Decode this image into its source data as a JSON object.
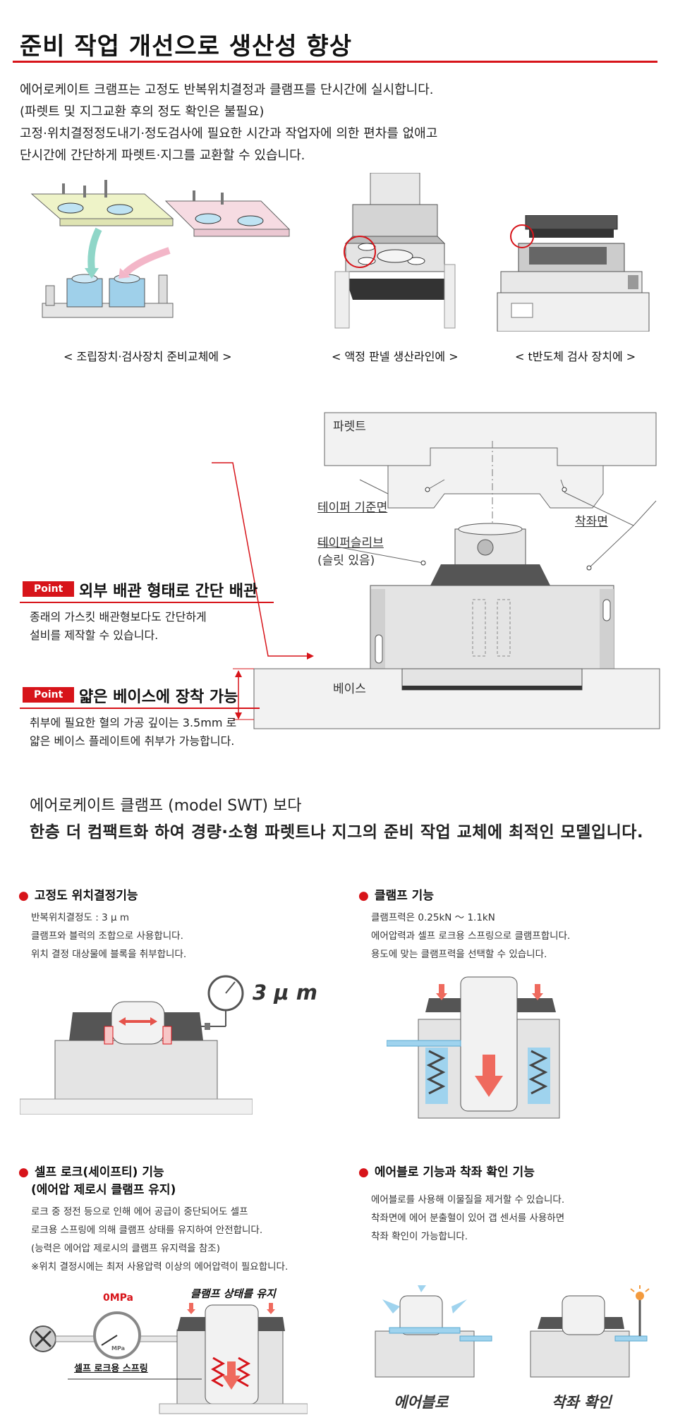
{
  "header": {
    "title": "준비 작업 개선으로 생산성 향상"
  },
  "intro": [
    "에어로케이트 크램프는 고정도 반복위치결정과 클램프를 단시간에 실시합니다.",
    "(파렛트 및 지그교환 후의 정도 확인은 불필요)",
    "고정·위치결정정도내기·정도검사에 필요한 시간과 작업자에 의한 편차를 없애고",
    "단시간에 간단하게 파렛트·지그를 교환할 수 있습니다."
  ],
  "examples": {
    "assembly": "< 조립장치·검사장치 준비교체에 >",
    "lcd": "< 액정 판넬 생산라인에 >",
    "semi": "< t반도체 검사 장치에 >"
  },
  "diagram": {
    "pallet": "파렛트",
    "taper_ref": "테이퍼 기준면",
    "seat": "착좌면",
    "taper_sleeve": "테이퍼슬리브",
    "slit": "(슬릿 있음)",
    "base": "베이스"
  },
  "points": [
    {
      "badge": "Point",
      "heading": "외부 배관 형태로 간단 배관",
      "lines": [
        "종래의 가스킷 배관형보다도 간단하게",
        "설비를 제작할 수 있습니다."
      ]
    },
    {
      "badge": "Point",
      "heading": "얇은 베이스에 장착 가능",
      "lines": [
        "취부에 필요한 혈의 가공 깊이는 3.5mm 로",
        "얇은 베이스 플레이트에 취부가 가능합니다."
      ]
    }
  ],
  "compare": {
    "line1": "에어로케이트 클램프 (model SWT) 보다",
    "line2": "한층 더 컴팩트화 하여 경량·소형 파렛트나  지그의 준비 작업 교체에 최적인 모델입니다."
  },
  "features": {
    "positioning": {
      "title": "고정도 위치결정기능",
      "lines": [
        "반복위치결정도 :  3 μ m",
        "클램프와 블럭의 조합으로 사용합니다.",
        "위치 결정 대상물에 블록을 취부합니다."
      ],
      "figure_value": "3 μ m"
    },
    "clamp": {
      "title": "클램프 기능",
      "lines": [
        "클램프력은 0.25kN ～ 1.1kN",
        "에어압력과 셀프 로크용 스프링으로 클램프합니다.",
        "용도에 맞는 클램프력을 선택할 수 있습니다."
      ]
    },
    "selflock": {
      "title": "셀프 로크(세이프티) 기능",
      "subtitle": "(에어압 제로시 클램프 유지)",
      "lines": [
        "로크 중 정전 등으로 인해 에어 공급이 중단되어도 셀프",
        "로크용 스프링에 의해 클램프 상태를 유지하여 안전합니다.",
        "(능력은 에어압 제로시의 클램프 유지력을 참조)",
        "※위치 결정시에는 최저 사용압력 이상의 에어압력이 필요합니다."
      ],
      "gauge": "0MPa",
      "gauge_unit": "MPa",
      "hold_label": "클램프 상태를 유지",
      "spring_label": "셀프 로크용 스프링"
    },
    "airblow": {
      "title": "에어블로 기능과 착좌 확인 기능",
      "lines": [
        "에어블로를 사용해 이물질을 제거할 수 있습니다.",
        "착좌면에 에어 분출혈이 있어 갭 센서를 사용하면",
        "착좌 확인이 가능합니다."
      ],
      "label_blow": "에어블로",
      "label_seat": "착좌 확인"
    }
  },
  "colors": {
    "accent": "#d7141a",
    "steel": "#d9d9d9",
    "dark": "#444444",
    "air": "#9fd3ee"
  }
}
